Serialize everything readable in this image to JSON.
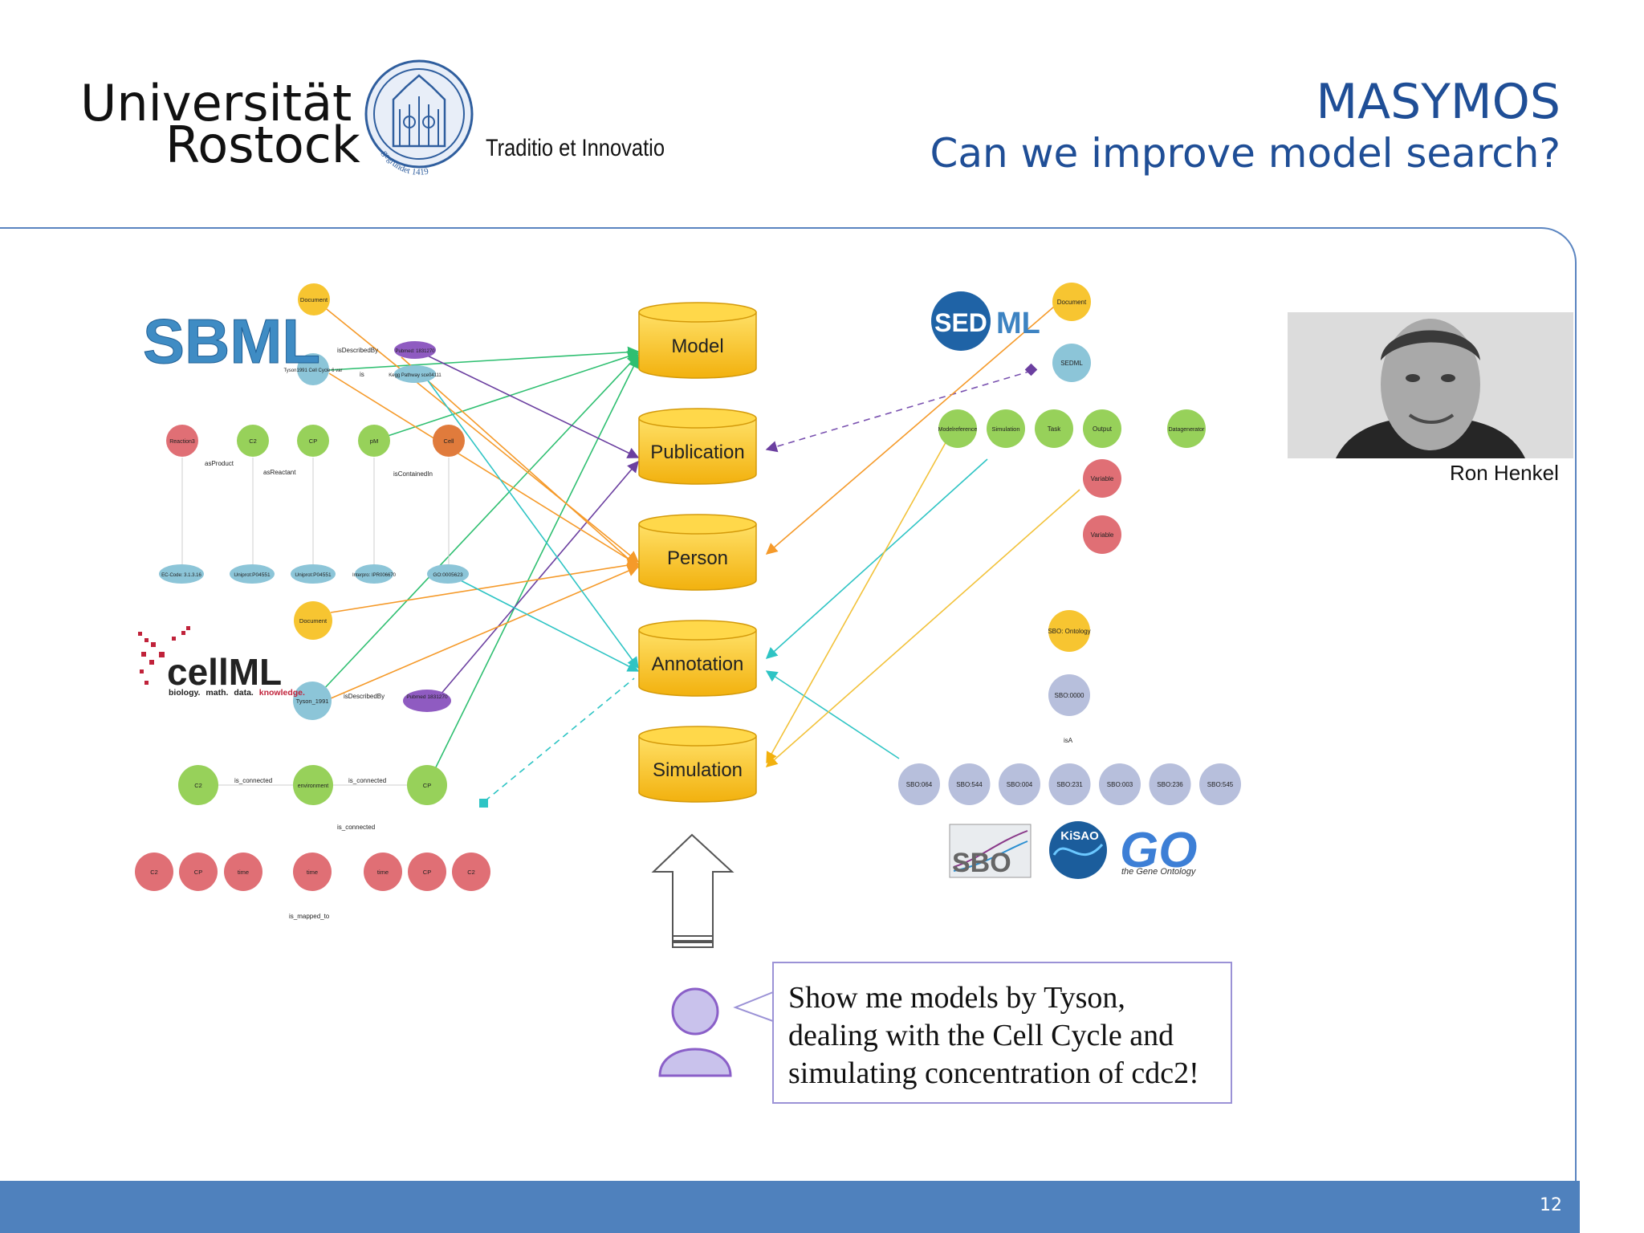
{
  "header": {
    "university_line1": "Universität",
    "university_line2": "Rostock",
    "seal_text": "gegründet 1419",
    "motto": "Traditio et Innovatio",
    "title": "MASYMOS",
    "subtitle": "Can we improve model search?"
  },
  "logos": {
    "sbml": "SBML",
    "sedml_sed": "SED",
    "sedml_ml": "ML",
    "cellml": "cellML",
    "cellml_tagline_1": "biology.",
    "cellml_tagline_2": "math.",
    "cellml_tagline_3": "data.",
    "cellml_tagline_4": "knowledge.",
    "sbo": "SBO",
    "kisao": "KiSAO",
    "go": "GO",
    "go_tagline": "the Gene Ontology"
  },
  "databases": [
    "Model",
    "Publication",
    "Person",
    "Annotation",
    "Simulation"
  ],
  "sbml_graph": {
    "nodes": {
      "document": "Document",
      "tyson": "Tyson1991 Cell Cycle 6 var",
      "pubmed": "Pubmed: 1831270",
      "kegg": "Kegg Pathway sce04111",
      "reaction": "Reaction3",
      "c2": "C2",
      "cp": "CP",
      "pm": "pM",
      "cell": "Cell",
      "ec": "EC-Code: 3.1.3.16",
      "uniprot1": "Uniprot:P04551",
      "uniprot2": "Uniprot:P04551",
      "interpro": "Interpro: IPR006670",
      "go": "GO:0005623"
    },
    "edges": {
      "isDescribedBy": "isDescribedBy",
      "is": "is",
      "asProduct": "asProduct",
      "asReactant": "asReactant",
      "isContainedIn": "isContainedIn"
    }
  },
  "cellml_graph": {
    "nodes": {
      "document": "Document",
      "tyson": "Tyson_1991",
      "pubmed": "Pubmed 1831270",
      "c2": "C2",
      "environment": "environment",
      "cp": "CP",
      "v1": "C2",
      "v2": "CP",
      "v3": "time",
      "v4": "time",
      "v5": "time",
      "v6": "CP",
      "v7": "C2"
    },
    "edges": {
      "isDescribedBy": "isDescribedBy",
      "is_connected_1": "is_connected",
      "is_connected_2": "is_connected",
      "is_connected_3": "is_connected",
      "is_mapped_to": "is_mapped_to"
    }
  },
  "sedml_graph": {
    "nodes": {
      "document": "Document",
      "sedml": "SEDML",
      "modelref": "Modelreference",
      "simulation": "Simulation",
      "task": "Task",
      "output": "Output",
      "datagen": "Datagenerator",
      "var1": "Variable",
      "var2": "Variable"
    }
  },
  "sbo_graph": {
    "ontology": "SBO: Ontology",
    "root": "SBO:0000",
    "isA": "isA",
    "terms": [
      "SBO:064",
      "SBO:544",
      "SBO:004",
      "SBO:231",
      "SBO:003",
      "SBO:236",
      "SBO:545"
    ]
  },
  "person": {
    "name": "Ron Henkel"
  },
  "query": {
    "line1": "Show me models by Tyson,",
    "line2": "dealing with the Cell Cycle and",
    "line3": "simulating concentration of cdc2!"
  },
  "footer": {
    "page_number": "12"
  },
  "colors": {
    "title_blue": "#1f4e96",
    "footer_blue": "#4f81bd",
    "db_yellow": "#f5c11a",
    "node_orange": "#f7c531",
    "node_blue": "#8cc5d8",
    "node_green": "#97d15a",
    "node_red": "#e06f75",
    "node_purple": "#8f5bc1",
    "node_lavender": "#b7bfdc"
  }
}
